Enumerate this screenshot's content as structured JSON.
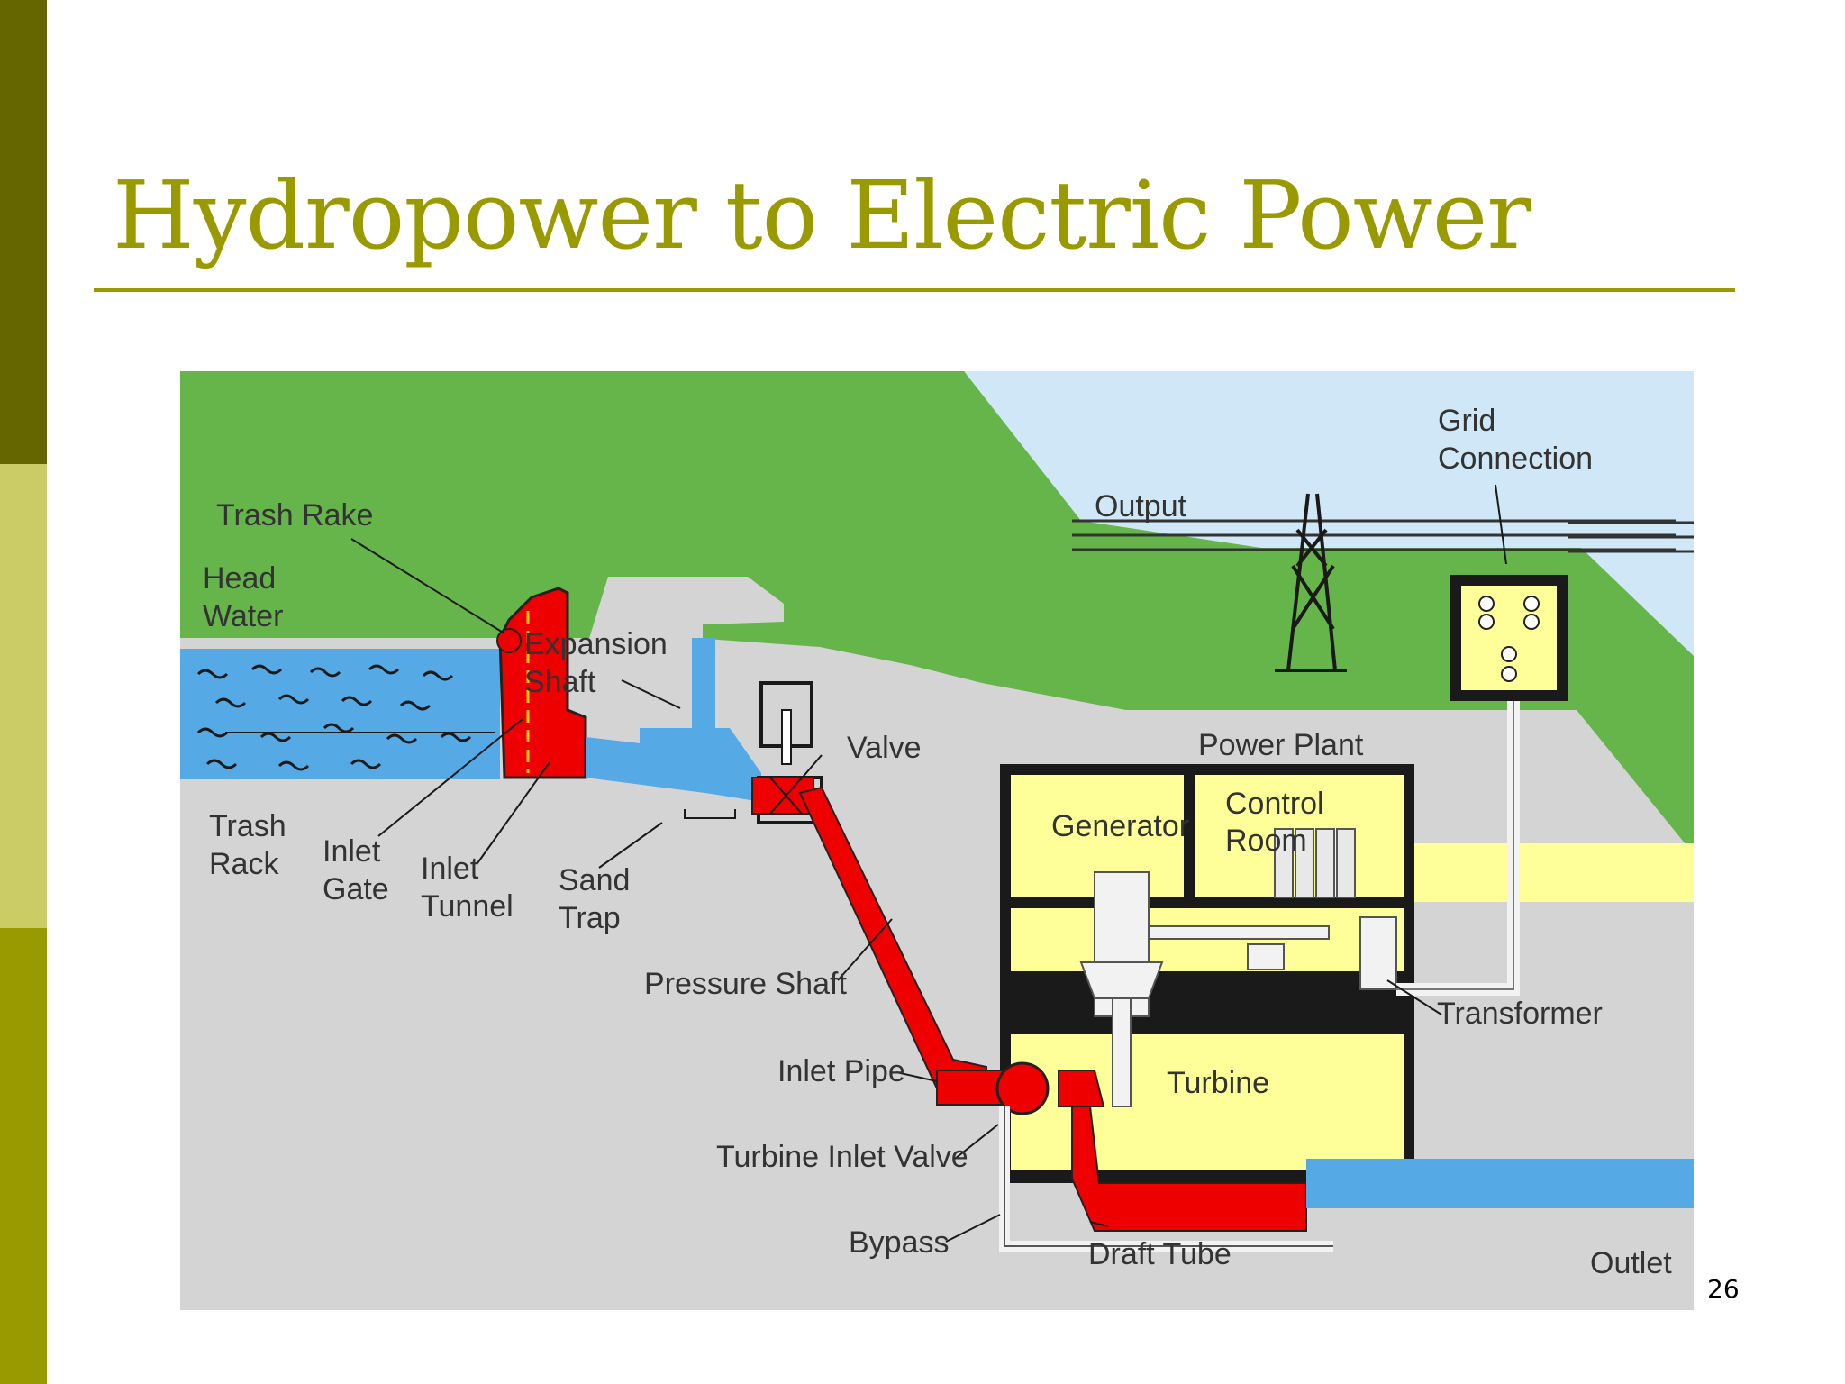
{
  "slide": {
    "title": "Hydropower to Electric Power",
    "page_number": "26"
  },
  "colors": {
    "accent": "#999900",
    "accent_dark": "#666600",
    "accent_light": "#cccc66",
    "water": "#55aae5",
    "pipe": "#ee0000",
    "plant": "#ffff99",
    "ground": "#d4d4d4",
    "hill": "#66b54a",
    "sky": "#cfe7f6"
  },
  "diagram": {
    "labels": {
      "trash_rake": "Trash Rake",
      "head_water_1": "Head",
      "head_water_2": "Water",
      "expansion_shaft_1": "Expansion",
      "expansion_shaft_2": "Shaft",
      "output": "Output",
      "grid_connection_1": "Grid",
      "grid_connection_2": "Connection",
      "valve": "Valve",
      "power_plant": "Power Plant",
      "generator": "Generator",
      "control_room_1": "Control",
      "control_room_2": "Room",
      "trash_rack_1": "Trash",
      "trash_rack_2": "Rack",
      "inlet_gate_1": "Inlet",
      "inlet_gate_2": "Gate",
      "inlet_tunnel_1": "Inlet",
      "inlet_tunnel_2": "Tunnel",
      "sand_trap_1": "Sand",
      "sand_trap_2": "Trap",
      "pressure_shaft": "Pressure Shaft",
      "transformer": "Transformer",
      "inlet_pipe": "Inlet Pipe",
      "turbine": "Turbine",
      "turbine_inlet_valve": "Turbine Inlet Valve",
      "bypass": "Bypass",
      "draft_tube": "Draft Tube",
      "outlet": "Outlet"
    }
  }
}
